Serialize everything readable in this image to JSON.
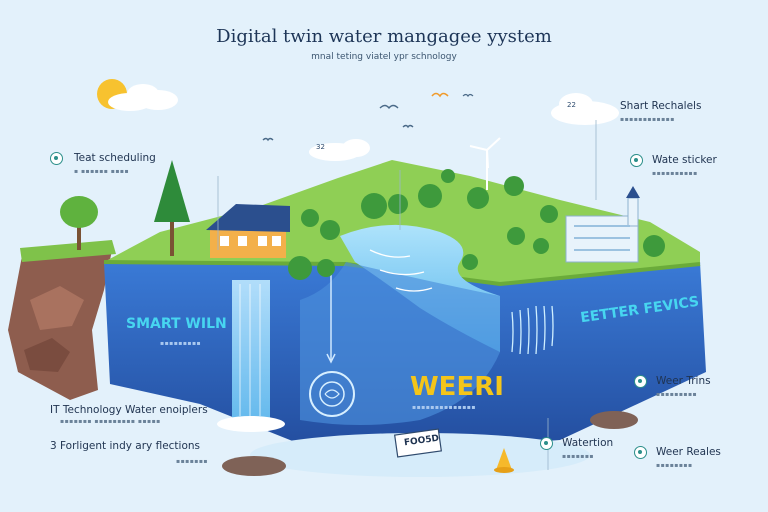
{
  "header": {
    "title": "Digital twin water mangagee yystem",
    "subtitle": "mnal teting viatel ypr schnology"
  },
  "clouds": {
    "left": "32 ",
    "right": "22 "
  },
  "labels": {
    "teat_scheduling": "Teat scheduling",
    "short_rechalels": "Shart Rechalels",
    "wate_sticker": "Wate sticker",
    "wet_trins": "Weer Trins",
    "watertion": "Watertion",
    "weer_reales": "Weer Reales",
    "it_technology": "IT Technology Water enoiplers",
    "forligent": "3 Forligent indy ary flections"
  },
  "wall_text": {
    "smart_wiln": "SMART WILN",
    "better_fevics": "EETTER FEVICS",
    "weeri": "WEERI"
  },
  "sign": {
    "text": "FOO5D"
  },
  "colors": {
    "sky": "#e3f1fb",
    "grass": "#8fcf55",
    "water_wall": "#2f64c6",
    "cyan_text": "#47d6f0",
    "yellow_text": "#f4c51a",
    "teal_dot": "#2c8f8a"
  }
}
